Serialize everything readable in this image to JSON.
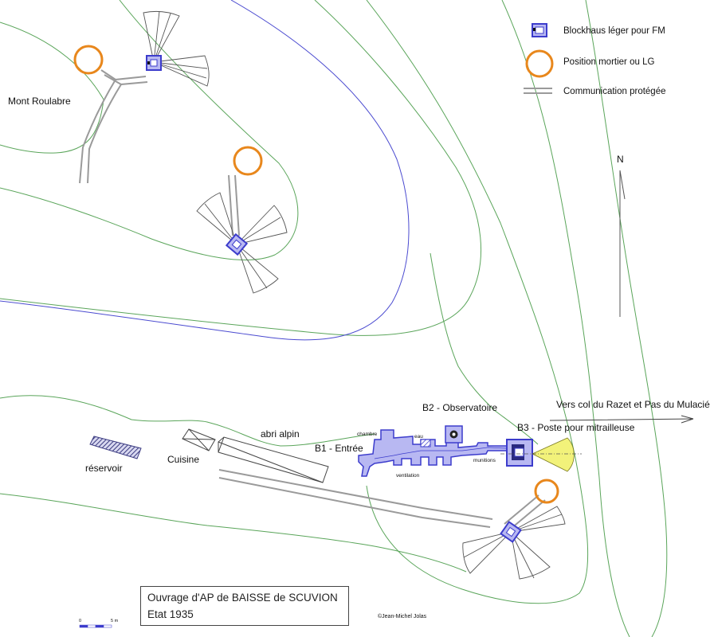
{
  "legend": {
    "blockhaus": "Blockhaus léger pour FM",
    "mortier": "Position mortier ou LG",
    "communication": "Communication protégée"
  },
  "labels": {
    "mont_roulabre": "Mont Roulabre",
    "north": "N",
    "vers_col": "Vers col du Razet et Pas du Mulacié",
    "b2": "B2 - Observatoire",
    "b3": "B3 - Poste pour mitrailleuse",
    "b1": "B1 - Entrée",
    "abri_alpin": "abri alpin",
    "cuisine": "Cuisine",
    "reservoir": "réservoir",
    "chambre": "chambre",
    "eau": "eau",
    "ventilation": "ventilation",
    "munitions": "munitions",
    "scale_start": "0",
    "scale_end": "5 m",
    "copyright": "©Jean-Michel Jolas"
  },
  "title": {
    "line1": "Ouvrage d'AP de BAISSE de SCUVION",
    "line2": "Etat 1935"
  },
  "colors": {
    "contour": "#5aa55a",
    "contour_major": "#4a4ad0",
    "blockhaus_fill": "#b8b8f2",
    "blockhaus_stroke": "#3c3ccc",
    "mortier": "#e8871c",
    "communication": "#9a9a9a",
    "field_of_fire": "#555555",
    "mg_cone": "#f2f27a"
  }
}
